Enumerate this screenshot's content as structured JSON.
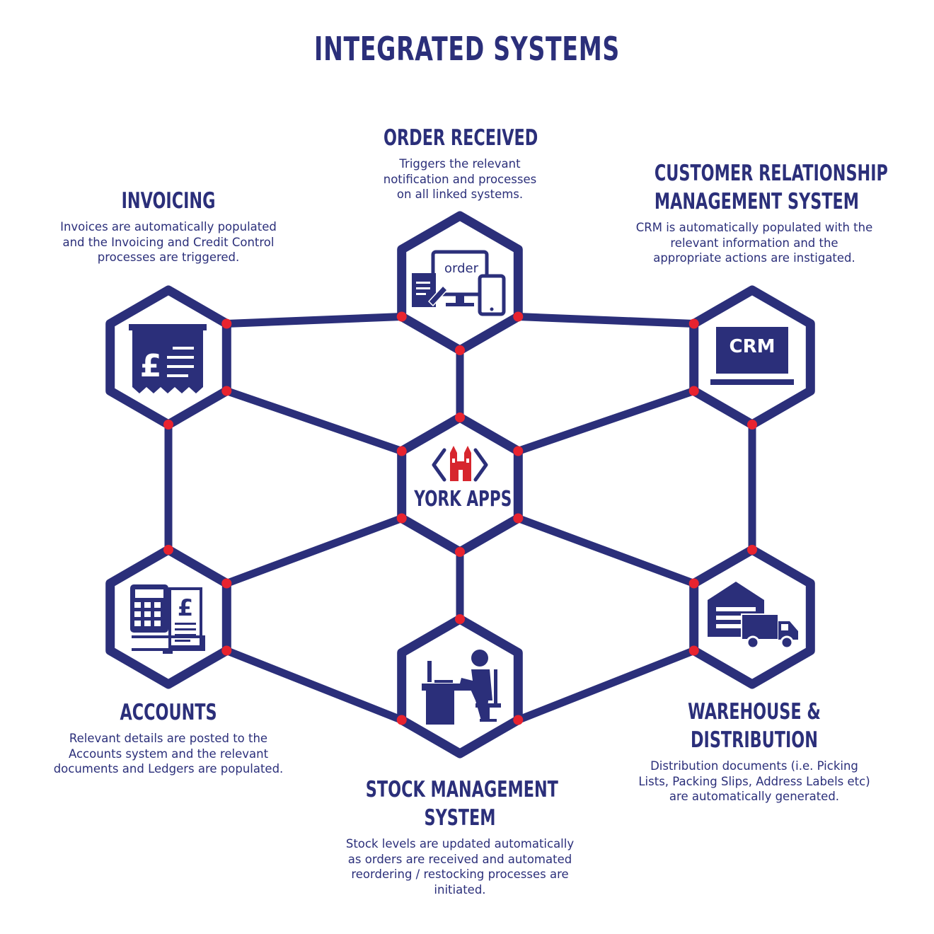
{
  "title": "INTEGRATED SYSTEMS",
  "colors": {
    "navy": "#2b2f7a",
    "node": "#e8232f",
    "brand_red": "#d7262e",
    "white": "#ffffff"
  },
  "center": {
    "label": "YORK APPS",
    "icon": "york-minster-code-icon"
  },
  "systems": {
    "order": {
      "heading": [
        "ORDER RECEIVED"
      ],
      "description": [
        "Triggers the relevant",
        "notification and processes",
        "on all linked systems."
      ],
      "icon": "order-devices-icon",
      "icon_text": "order"
    },
    "invoicing": {
      "heading": [
        "INVOICING"
      ],
      "description": [
        "Invoices are automatically populated",
        "and the Invoicing and Credit Control",
        "processes are triggered."
      ],
      "icon": "invoice-receipt-icon"
    },
    "crm": {
      "heading": [
        "CUSTOMER RELATIONSHIP",
        "MANAGEMENT SYSTEM"
      ],
      "description": [
        "CRM is automatically populated with the",
        "relevant information and the",
        "appropriate actions are instigated."
      ],
      "icon": "crm-laptop-icon",
      "icon_text": "CRM"
    },
    "accounts": {
      "heading": [
        "ACCOUNTS"
      ],
      "description": [
        "Relevant details are posted to the",
        "Accounts system and the relevant",
        "documents and Ledgers are populated."
      ],
      "icon": "calculator-ledger-icon"
    },
    "stock": {
      "heading": [
        "STOCK MANAGEMENT",
        "SYSTEM"
      ],
      "description": [
        "Stock levels are updated automatically",
        "as orders are received and automated",
        "reordering / restocking processes are",
        "initiated."
      ],
      "icon": "desk-worker-icon"
    },
    "warehouse": {
      "heading": [
        "WAREHOUSE &",
        "DISTRIBUTION"
      ],
      "description": [
        "Distribution documents (i.e. Picking",
        "Lists, Packing Slips, Address Labels etc)",
        "are automatically generated."
      ],
      "icon": "warehouse-truck-icon"
    }
  }
}
